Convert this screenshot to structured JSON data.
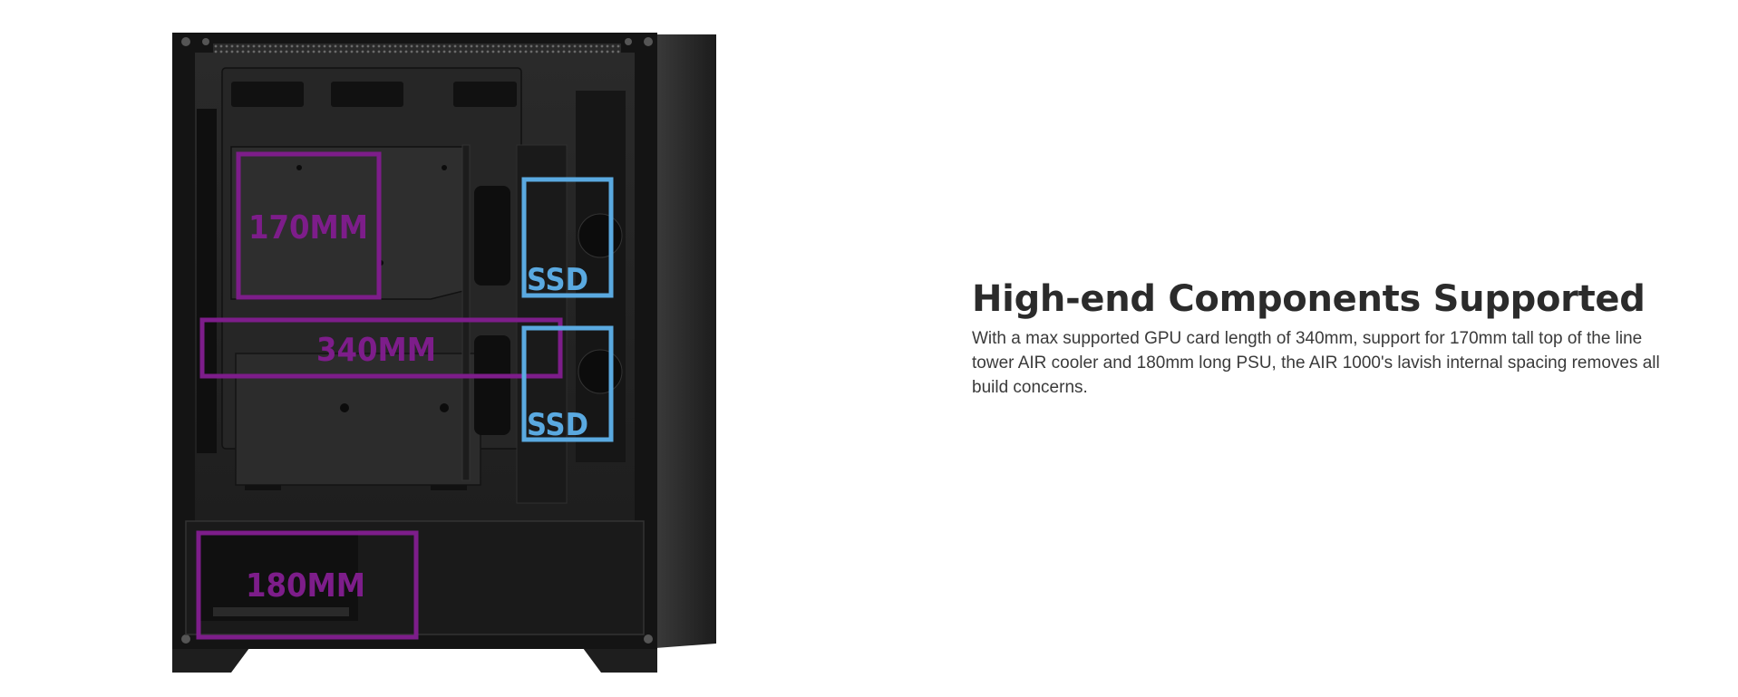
{
  "product_image": {
    "callouts": [
      {
        "name": "cpu-cooler-height-callout",
        "label": "170MM",
        "color": "#7d1d8a"
      },
      {
        "name": "gpu-length-callout",
        "label": "340MM",
        "color": "#7d1d8a"
      },
      {
        "name": "psu-length-callout",
        "label": "180MM",
        "color": "#7d1d8a"
      },
      {
        "name": "ssd-bay-upper-callout",
        "label": "SSD",
        "color": "#5aa9e0"
      },
      {
        "name": "ssd-bay-lower-callout",
        "label": "SSD",
        "color": "#5aa9e0"
      }
    ]
  },
  "feature": {
    "headline": "High-end Components Supported",
    "description": "With a max supported GPU card length of 340mm, support for 170mm tall top of the line tower AIR cooler and 180mm long PSU, the AIR 1000's lavish internal spacing removes all build concerns."
  }
}
